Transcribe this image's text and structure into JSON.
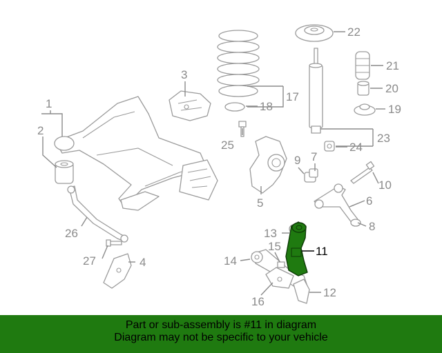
{
  "colors": {
    "banner_bg": "#1f7a10",
    "highlight_part": "#1f7a10",
    "part_line": "#9a9a9a"
  },
  "callouts": [
    {
      "id": "1",
      "label": "1"
    },
    {
      "id": "2",
      "label": "2"
    },
    {
      "id": "3",
      "label": "3"
    },
    {
      "id": "4",
      "label": "4"
    },
    {
      "id": "5",
      "label": "5"
    },
    {
      "id": "6",
      "label": "6"
    },
    {
      "id": "7",
      "label": "7"
    },
    {
      "id": "8",
      "label": "8"
    },
    {
      "id": "9",
      "label": "9"
    },
    {
      "id": "10",
      "label": "10"
    },
    {
      "id": "11",
      "label": "11",
      "highlighted": true
    },
    {
      "id": "12",
      "label": "12"
    },
    {
      "id": "13",
      "label": "13"
    },
    {
      "id": "14",
      "label": "14"
    },
    {
      "id": "15",
      "label": "15"
    },
    {
      "id": "16",
      "label": "16"
    },
    {
      "id": "17",
      "label": "17"
    },
    {
      "id": "18",
      "label": "18"
    },
    {
      "id": "19",
      "label": "19"
    },
    {
      "id": "20",
      "label": "20"
    },
    {
      "id": "21",
      "label": "21"
    },
    {
      "id": "22",
      "label": "22"
    },
    {
      "id": "23",
      "label": "23"
    },
    {
      "id": "24",
      "label": "24"
    },
    {
      "id": "25",
      "label": "25"
    },
    {
      "id": "26",
      "label": "26"
    },
    {
      "id": "27",
      "label": "27"
    }
  ],
  "banner": {
    "line1": "Part or sub-assembly is #11 in diagram",
    "line2": "Diagram may not be specific to your vehicle"
  }
}
